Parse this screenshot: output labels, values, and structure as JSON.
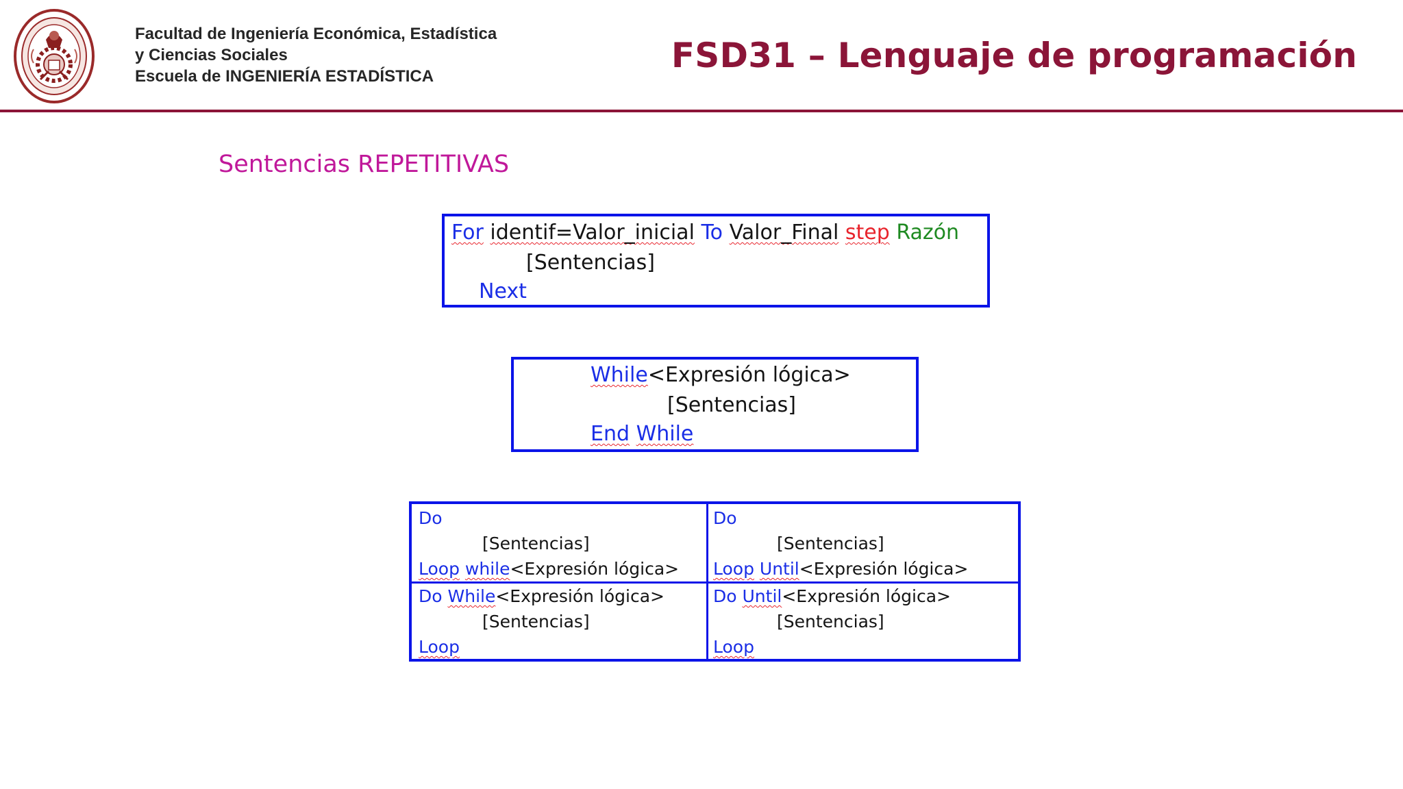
{
  "header": {
    "institution_line1": "Facultad de Ingeniería Económica, Estadística",
    "institution_line2": "y Ciencias Sociales",
    "institution_line3": "Escuela de INGENIERÍA ESTADÍSTICA",
    "course_title": "FSD31 – Lenguaje de programación",
    "logo_icon": "university-seal-icon",
    "accent_color": "#8b1538"
  },
  "slide": {
    "subtitle": "Sentencias REPETITIVAS",
    "subtitle_color": "#c0189a",
    "box_border_color": "#0b14e8"
  },
  "for_block": {
    "kw_for": "For",
    "identif": "identif=Valor_inicial",
    "kw_to": "To",
    "valor_final": "Valor_Final",
    "kw_step": "step",
    "razon": "Razón",
    "body": "[Sentencias]",
    "kw_next": "Next"
  },
  "while_block": {
    "kw_while": "While",
    "condition": "<Expresión lógica>",
    "body": "[Sentencias]",
    "kw_end": "End",
    "kw_end_while": "While"
  },
  "do_loop_table": {
    "cell_1": {
      "head": "Do",
      "body": "[Sentencias]",
      "kw_a": "Loop",
      "kw_b": "while",
      "condition": "<Expresión lógica>"
    },
    "cell_2": {
      "head": "Do",
      "body": "[Sentencias]",
      "kw_a": "Loop",
      "kw_b": "Until",
      "condition": "<Expresión lógica>"
    },
    "cell_3": {
      "kw_a": "Do",
      "kw_b": "While",
      "condition": "<Expresión lógica>",
      "body": "[Sentencias]",
      "tail": "Loop"
    },
    "cell_4": {
      "kw_a": "Do",
      "kw_b": "Until",
      "condition": "<Expresión lógica>",
      "body": "[Sentencias]",
      "tail": "Loop"
    }
  }
}
